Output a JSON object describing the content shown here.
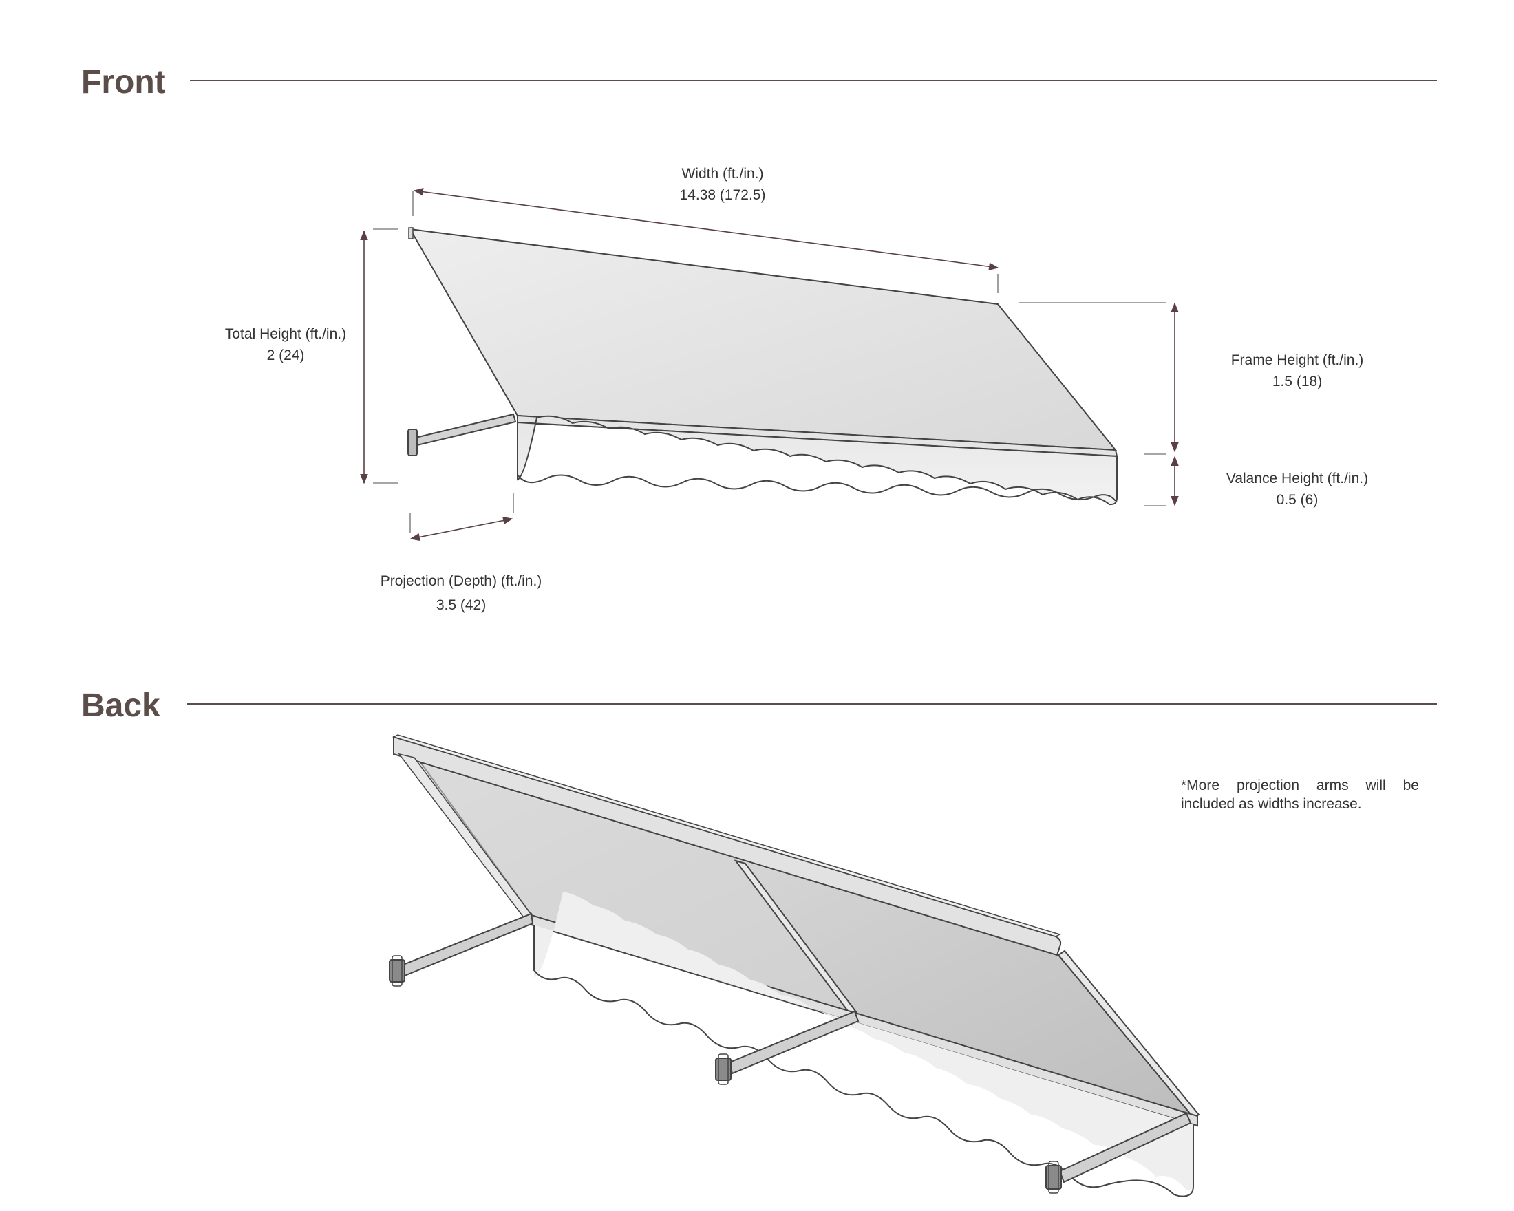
{
  "sections": {
    "front": {
      "title": "Front"
    },
    "back": {
      "title": "Back"
    }
  },
  "dimensions": {
    "width": {
      "label": "Width (ft./in.)",
      "value": "14.38 (172.5)"
    },
    "total_height": {
      "label": "Total Height (ft./in.)",
      "value": "2 (24)"
    },
    "frame_height": {
      "label": "Frame Height (ft./in.)",
      "value": "1.5 (18)"
    },
    "valance_height": {
      "label": "Valance Height (ft./in.)",
      "value": "0.5 (6)"
    },
    "projection": {
      "label": "Projection (Depth) (ft./in.)",
      "value": "3.5 (42)"
    }
  },
  "note": "*More projection arms will be included as widths increase.",
  "colors": {
    "heading": "#5a4d4a",
    "dimension_line": "#5a4045",
    "outline": "#444444",
    "fabric_light": "#ececec",
    "fabric_dark": "#c9c9c9"
  }
}
